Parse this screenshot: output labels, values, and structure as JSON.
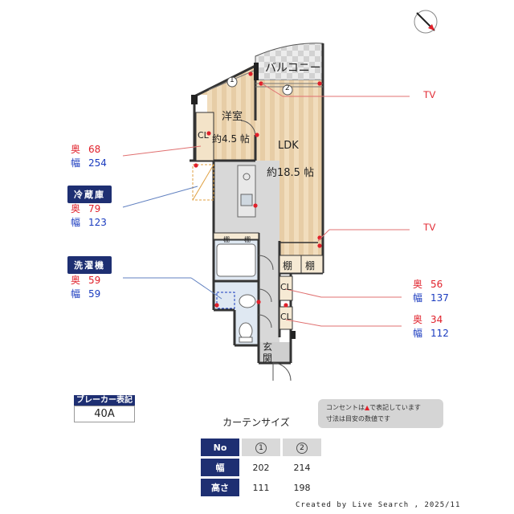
{
  "rooms": {
    "balcony": "バルコニー",
    "western_room": "洋室",
    "western_size": "約4.5 帖",
    "ldk": "LDK",
    "ldk_size": "約18.5 帖",
    "cl": "CL",
    "shelf": "棚",
    "entrance_1": "玄",
    "entrance_2": "関",
    "marker_1": "1",
    "marker_2": "2"
  },
  "callouts": {
    "cl_room": {
      "depth_label": "奥",
      "depth": "68",
      "width_label": "幅",
      "width": "254"
    },
    "fridge": {
      "title": "冷蔵庫",
      "depth_label": "奥",
      "depth": "79",
      "width_label": "幅",
      "width": "123"
    },
    "washer": {
      "title": "洗濯機",
      "depth_label": "奥",
      "depth": "59",
      "width_label": "幅",
      "width": "59"
    },
    "cl_hall_1": {
      "depth_label": "奥",
      "depth": "56",
      "width_label": "幅",
      "width": "137"
    },
    "cl_hall_2": {
      "depth_label": "奥",
      "depth": "34",
      "width_label": "幅",
      "width": "112"
    },
    "tv_1": "TV",
    "tv_2": "TV"
  },
  "breaker": {
    "label": "ブレーカー表記",
    "value": "40A"
  },
  "note": {
    "line1_a": "コンセントは",
    "line1_b": "で表記しています",
    "line2": "寸法は目安の数値です"
  },
  "curtain": {
    "title": "カーテンサイズ",
    "header": "No",
    "cols": [
      "1",
      "2"
    ],
    "rows": [
      {
        "label": "幅",
        "values": [
          "202",
          "214"
        ]
      },
      {
        "label": "高さ",
        "values": [
          "111",
          "198"
        ]
      }
    ]
  },
  "footer": "Created by Live Search , 2025/11",
  "colors": {
    "accent": "#1e2f72",
    "red": "#e0202a",
    "blue": "#1a3bbf",
    "wall": "#333333",
    "floor": "#ecd6b3"
  }
}
